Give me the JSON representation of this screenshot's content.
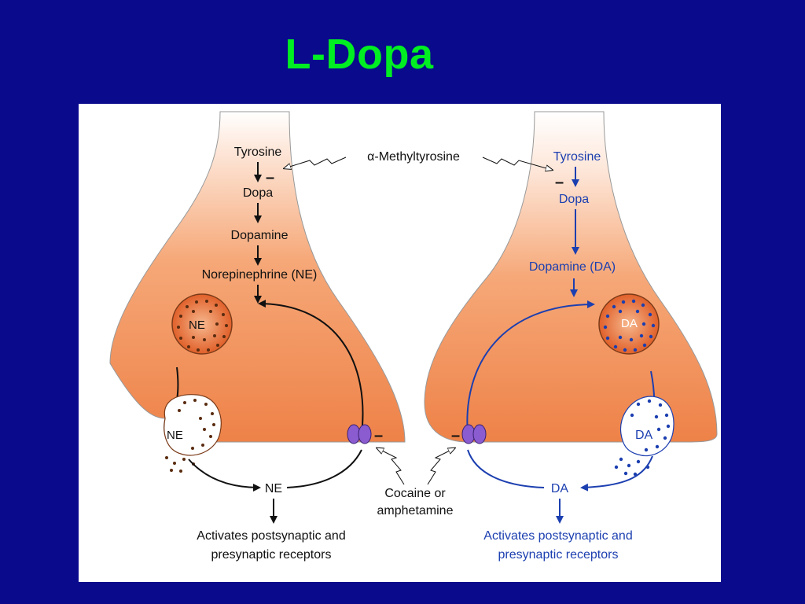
{
  "title": "L-Dopa",
  "inhibitor_top": "α-Methyltyrosine",
  "inhibitor_bottom_line1": "Cocaine or",
  "inhibitor_bottom_line2": "amphetamine",
  "minus_sign": "–",
  "left_neuron": {
    "step1": "Tyrosine",
    "step2": "Dopa",
    "step3": "Dopamine",
    "step4": "Norepinephrine (NE)",
    "vesicle_label": "NE",
    "released_vesicle_label": "NE",
    "synapse_label": "NE",
    "effect_line1": "Activates postsynaptic and",
    "effect_line2": "presynaptic receptors"
  },
  "right_neuron": {
    "step1": "Tyrosine",
    "step2": "Dopa",
    "step3": "Dopamine (DA)",
    "vesicle_label": "DA",
    "released_vesicle_label": "DA",
    "synapse_label": "DA",
    "effect_line1": "Activates postsynaptic and",
    "effect_line2": "presynaptic receptors"
  },
  "colors": {
    "background": "#0a0a8c",
    "title": "#00ee22",
    "neuron_fill": "#f08a50",
    "dopamine_pathway": "#1c3fb0",
    "transporter": "#8a5cd0"
  }
}
